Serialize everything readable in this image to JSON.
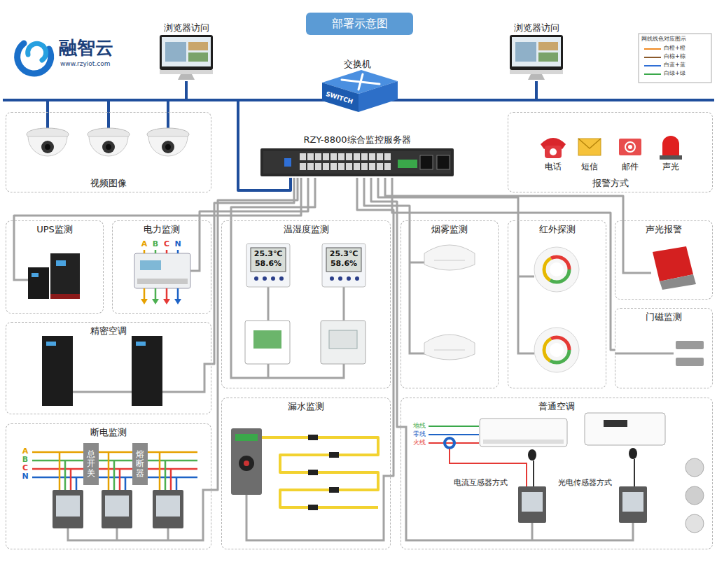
{
  "diagram": {
    "title": "部署示意图",
    "nodes": [
      {
        "text": [
          "浏览器访问"
        ]
      },
      {
        "text": [
          "交换机"
        ]
      },
      {
        "text": [
          "浏览器访问"
        ]
      },
      {
        "text": [
          "视频图像"
        ]
      },
      {
        "text": [
          "RZY-8800综合监控服务器"
        ]
      },
      {
        "text": [
          "报警方式"
        ]
      },
      {
        "text": [
          "UPS监测"
        ]
      },
      {
        "text": [
          "电力监测"
        ]
      },
      {
        "text": [
          "温湿度监测"
        ]
      },
      {
        "text": [
          "烟雾监测"
        ]
      },
      {
        "text": [
          "红外探测"
        ]
      },
      {
        "text": [
          "声光报警"
        ]
      },
      {
        "text": [
          "门磁监测"
        ]
      },
      {
        "text": [
          "精密空调"
        ]
      },
      {
        "text": [
          "断电监测"
        ]
      },
      {
        "text": [
          "总开关"
        ],
        "in": 14
      },
      {
        "text": [
          "熔断器"
        ],
        "in": 14
      },
      {
        "text": [
          "漏水监测"
        ]
      },
      {
        "text": [
          "普通空调"
        ]
      }
    ],
    "edges": [
      {
        "from": 0,
        "to": 1,
        "arrow": "none"
      },
      {
        "from": 2,
        "to": 1,
        "arrow": "none"
      },
      {
        "from": 1,
        "to": 3,
        "arrow": "none"
      },
      {
        "from": 1,
        "to": 4,
        "arrow": "none"
      },
      {
        "from": 4,
        "to": 6,
        "arrow": "none"
      },
      {
        "from": 4,
        "to": 7,
        "arrow": "none"
      },
      {
        "from": 4,
        "to": 8,
        "arrow": "none"
      },
      {
        "from": 4,
        "to": 13,
        "arrow": "none"
      },
      {
        "from": 4,
        "to": 14,
        "arrow": "none"
      },
      {
        "from": 4,
        "to": 17,
        "arrow": "none"
      },
      {
        "from": 4,
        "to": 9,
        "arrow": "none"
      },
      {
        "from": 4,
        "to": 18,
        "arrow": "none"
      },
      {
        "from": 4,
        "to": 10,
        "arrow": "none"
      },
      {
        "from": 4,
        "to": 11,
        "arrow": "none"
      },
      {
        "from": 4,
        "to": 12,
        "arrow": "none"
      }
    ],
    "labels": [
      "融智云",
      "www.rzyiot.com",
      "网线线色对应图示",
      "SWITCH",
      "电话",
      "短信",
      "邮件",
      "声光",
      "A",
      "B",
      "C",
      "N",
      "25.3℃",
      "58.6%",
      "25.3℃",
      "58.6%",
      "A",
      "B",
      "C",
      "N",
      "地线",
      "零线",
      "火线",
      "电流互感器方式",
      "光电传感器方式"
    ],
    "legend": [
      {
        "text": "白橙+橙"
      },
      {
        "text": "白棕+棕"
      },
      {
        "text": "白蓝+蓝"
      },
      {
        "text": "白绿+绿"
      }
    ]
  }
}
